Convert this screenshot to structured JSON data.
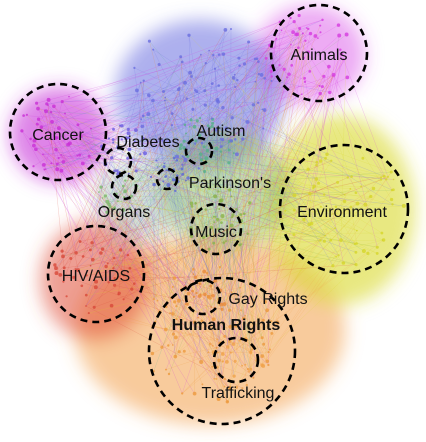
{
  "figure": {
    "clusters": [
      {
        "id": "animals",
        "label": "Animals",
        "color": "#d63be0"
      },
      {
        "id": "cancer",
        "label": "Cancer",
        "color": "#c92fd6"
      },
      {
        "id": "diabetes",
        "label": "Diabetes",
        "color": "#6a5be0"
      },
      {
        "id": "autism",
        "label": "Autism",
        "color": "#55b08a"
      },
      {
        "id": "parkinsons",
        "label": "Parkinson's",
        "color": "#5b6ad8"
      },
      {
        "id": "organs",
        "label": "Organs",
        "color": "#7bb96a"
      },
      {
        "id": "music",
        "label": "Music",
        "color": "#8ab34a"
      },
      {
        "id": "environment",
        "label": "Environment",
        "color": "#d6d62a"
      },
      {
        "id": "hivaids",
        "label": "HIV/AIDS",
        "color": "#d8483a"
      },
      {
        "id": "gayrights",
        "label": "Gay Rights",
        "color": "#e98b3a"
      },
      {
        "id": "humanrights",
        "label": "Human Rights",
        "color": "#ec9a3e"
      },
      {
        "id": "trafficking",
        "label": "Trafficking",
        "color": "#f0a24a"
      }
    ]
  }
}
